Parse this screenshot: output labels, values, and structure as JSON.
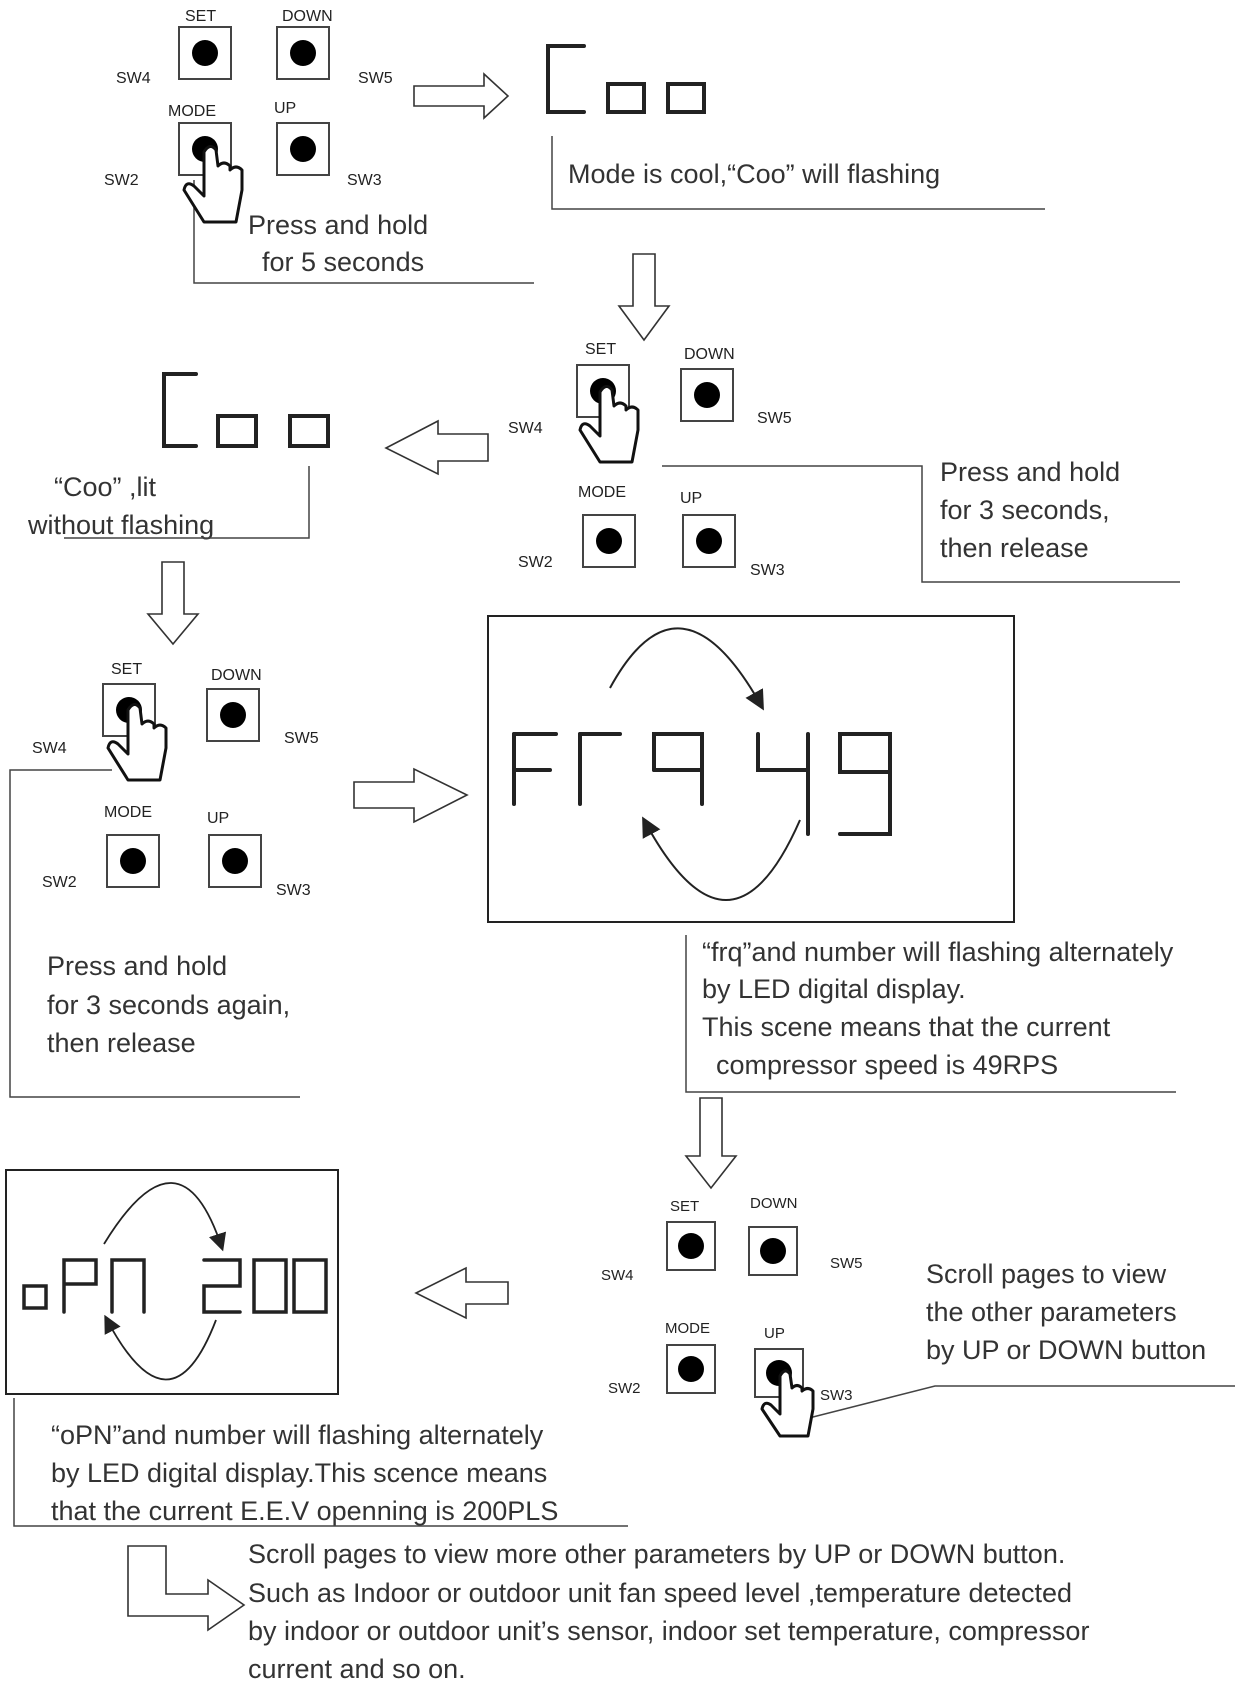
{
  "panel1": {
    "labels": {
      "set": "SET",
      "down": "DOWN",
      "mode": "MODE",
      "up": "UP",
      "sw4": "SW4",
      "sw5": "SW5",
      "sw2": "SW2",
      "sw3": "SW3"
    },
    "note_line1": "Press and hold",
    "note_line2": "for 5 seconds"
  },
  "step1": {
    "display": "Coo",
    "note": "Mode is cool,“Coo” will flashing"
  },
  "panel2": {
    "labels": {
      "set": "SET",
      "down": "DOWN",
      "mode": "MODE",
      "up": "UP",
      "sw4": "SW4",
      "sw5": "SW5",
      "sw2": "SW2",
      "sw3": "SW3"
    },
    "note_line1": "Press and hold",
    "note_line2": "for 3 seconds,",
    "note_line3": "then release"
  },
  "step2": {
    "display": "Coo",
    "note_line1": "“Coo” ,lit",
    "note_line2": "without flashing"
  },
  "panel3": {
    "labels": {
      "set": "SET",
      "down": "DOWN",
      "mode": "MODE",
      "up": "UP",
      "sw4": "SW4",
      "sw5": "SW5",
      "sw2": "SW2",
      "sw3": "SW3"
    },
    "note_line1": "Press and hold",
    "note_line2": "for 3 seconds again,",
    "note_line3": "then release"
  },
  "step3": {
    "display_text": "frq",
    "display_number": "49",
    "note_line1": "“frq”and number will flashing alternately",
    "note_line2": "by LED digital display.",
    "note_line3": "This scene means that the current",
    "note_line4": "compressor speed is 49RPS"
  },
  "panel4": {
    "labels": {
      "set": "SET",
      "down": "DOWN",
      "mode": "MODE",
      "up": "UP",
      "sw4": "SW4",
      "sw5": "SW5",
      "sw2": "SW2",
      "sw3": "SW3"
    },
    "note_line1": "Scroll pages to view",
    "note_line2": "the other parameters",
    "note_line3": "by UP or DOWN button"
  },
  "step4": {
    "display_text": "oPN",
    "display_number": "200",
    "note_line1": "“oPN”and number will flashing alternately",
    "note_line2": "by LED digital display.This scence means",
    "note_line3": "that the current E.E.V openning is 200PLS"
  },
  "final": {
    "note_line1": "Scroll pages to view more other parameters by UP or DOWN button.",
    "note_line2": "Such as Indoor or outdoor  unit fan speed level ,temperature detected",
    "note_line3": "by indoor or outdoor unit’s sensor, indoor set temperature, compressor",
    "note_line4": "current and so on."
  }
}
